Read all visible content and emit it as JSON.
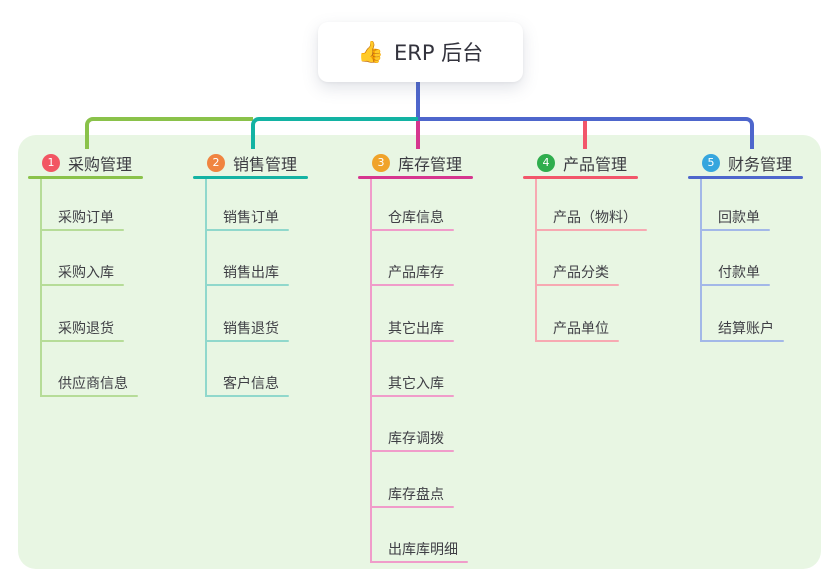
{
  "root": {
    "icon": "👍",
    "label": "ERP 后台"
  },
  "colors": {
    "root_connector": "#4e66cc",
    "panel_bg": "#e8f6e3",
    "background": "#ffffff"
  },
  "branches": [
    {
      "number": "1",
      "label": "采购管理",
      "badge_color": "#f25663",
      "line_color": "#8ac24a",
      "light_color": "#b6dc98",
      "children": [
        "采购订单",
        "采购入库",
        "采购退货",
        "供应商信息"
      ]
    },
    {
      "number": "2",
      "label": "销售管理",
      "badge_color": "#f08440",
      "line_color": "#13b3a3",
      "light_color": "#90d8cc",
      "children": [
        "销售订单",
        "销售出库",
        "销售退货",
        "客户信息"
      ]
    },
    {
      "number": "3",
      "label": "库存管理",
      "badge_color": "#f0a32a",
      "line_color": "#d6368f",
      "light_color": "#f09cca",
      "children": [
        "仓库信息",
        "产品库存",
        "其它出库",
        "其它入库",
        "库存调拨",
        "库存盘点",
        "出库库明细"
      ]
    },
    {
      "number": "4",
      "label": "产品管理",
      "badge_color": "#2fad4d",
      "line_color": "#f2566a",
      "light_color": "#f7a9b2",
      "children": [
        "产品（物料）",
        "产品分类",
        "产品单位"
      ]
    },
    {
      "number": "5",
      "label": "财务管理",
      "badge_color": "#36a6de",
      "line_color": "#4e66cc",
      "light_color": "#a3b8e8",
      "children": [
        "回款单",
        "付款单",
        "结算账户"
      ]
    }
  ]
}
